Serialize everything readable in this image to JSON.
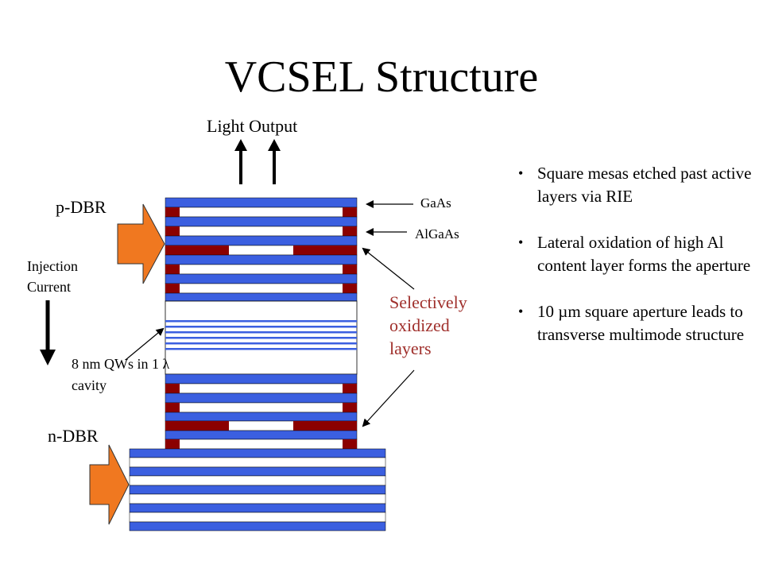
{
  "title": "VCSEL Structure",
  "labels": {
    "light_output": "Light Output",
    "p_dbr": "p-DBR",
    "n_dbr": "n-DBR",
    "injection_current": "Injection Current",
    "qw": "8 nm QWs in 1 λ cavity",
    "gaas": "GaAs",
    "algaas": "AlGaAs",
    "selectively_oxidized": "Selectively oxidized layers"
  },
  "bullets": [
    "Square mesas etched past active layers via RIE",
    "Lateral oxidation of high Al content layer forms the aperture",
    "10 µm square aperture leads to transverse multimode structure"
  ],
  "colors": {
    "gaas_layer": "#3b5fe0",
    "oxide_layer": "#8b0000",
    "arrow_orange": "#f07820",
    "text_red": "#a0302c"
  }
}
